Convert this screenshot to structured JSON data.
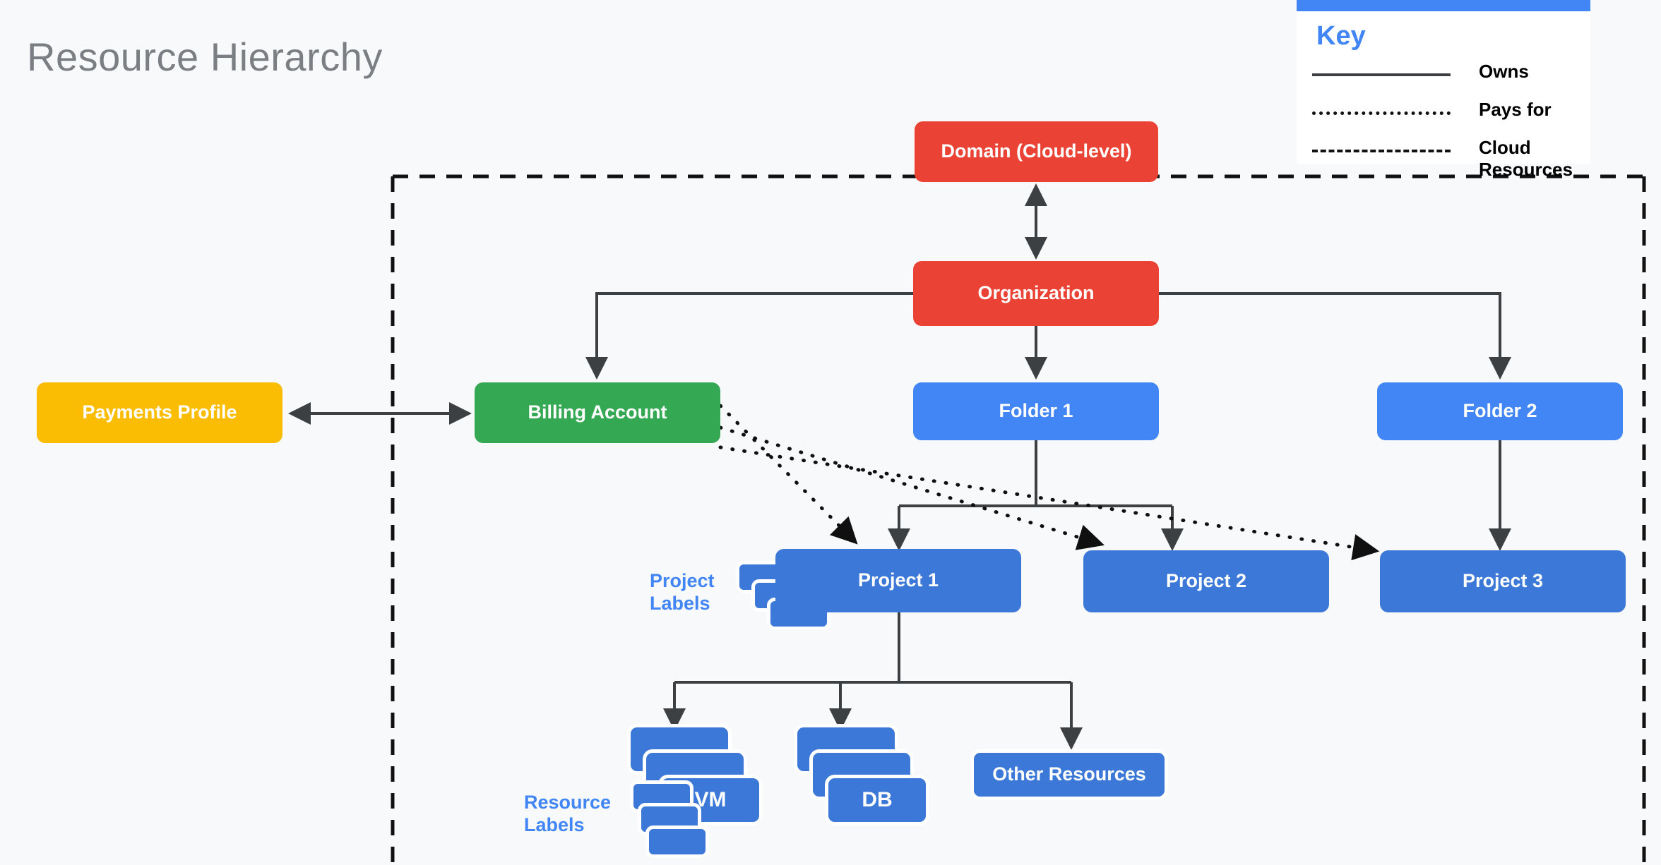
{
  "page": {
    "title": "Resource Hierarchy",
    "background_color": "#f7f9fa",
    "title_color": "#7b7f83"
  },
  "legend": {
    "title": "Key",
    "accent_color": "#4285f4",
    "rows": [
      {
        "style": "solid",
        "label": "Owns"
      },
      {
        "style": "dotted",
        "label": "Pays for"
      },
      {
        "style": "dashed",
        "label": "Cloud\nResources"
      }
    ]
  },
  "diagram": {
    "type": "hierarchy",
    "boundary": {
      "name": "cloud-resources-boundary",
      "style": "dashed",
      "color": "#111111"
    },
    "nodes": [
      {
        "id": "domain",
        "label": "Domain (Cloud-level)",
        "color": "#ea4335",
        "kind": "red"
      },
      {
        "id": "organization",
        "label": "Organization",
        "color": "#ea4335",
        "kind": "red"
      },
      {
        "id": "payments",
        "label": "Payments Profile",
        "color": "#fbbc04",
        "kind": "yellow"
      },
      {
        "id": "billing",
        "label": "Billing Account",
        "color": "#34a853",
        "kind": "green"
      },
      {
        "id": "folder1",
        "label": "Folder 1",
        "color": "#4285f4",
        "kind": "blue-light"
      },
      {
        "id": "folder2",
        "label": "Folder 2",
        "color": "#4285f4",
        "kind": "blue-light"
      },
      {
        "id": "project1",
        "label": "Project 1",
        "color": "#3c78d8",
        "kind": "blue-deep"
      },
      {
        "id": "project2",
        "label": "Project 2",
        "color": "#3c78d8",
        "kind": "blue-deep"
      },
      {
        "id": "project3",
        "label": "Project 3",
        "color": "#3c78d8",
        "kind": "blue-deep"
      },
      {
        "id": "vm",
        "label": "VM",
        "color": "#3c78d8",
        "kind": "blue-deep"
      },
      {
        "id": "db",
        "label": "DB",
        "color": "#3c78d8",
        "kind": "blue-deep"
      },
      {
        "id": "other",
        "label": "Other Resources",
        "color": "#3c78d8",
        "kind": "blue-deep"
      }
    ],
    "annotations": [
      {
        "id": "project-labels",
        "label": "Project\nLabels",
        "color": "#4285f4"
      },
      {
        "id": "resource-labels",
        "label": "Resource\nLabels",
        "color": "#4285f4"
      }
    ],
    "edges": [
      {
        "from": "domain",
        "to": "organization",
        "style": "solid",
        "arrows": "both"
      },
      {
        "from": "payments",
        "to": "billing",
        "style": "solid",
        "arrows": "both"
      },
      {
        "from": "organization",
        "to": "billing",
        "style": "solid",
        "arrows": "to"
      },
      {
        "from": "organization",
        "to": "folder1",
        "style": "solid",
        "arrows": "to"
      },
      {
        "from": "organization",
        "to": "folder2",
        "style": "solid",
        "arrows": "to"
      },
      {
        "from": "folder1",
        "to": "project1",
        "style": "solid",
        "arrows": "to"
      },
      {
        "from": "folder1",
        "to": "project2",
        "style": "solid",
        "arrows": "to"
      },
      {
        "from": "folder2",
        "to": "project3",
        "style": "solid",
        "arrows": "to"
      },
      {
        "from": "project1",
        "to": "vm",
        "style": "solid",
        "arrows": "to"
      },
      {
        "from": "project1",
        "to": "db",
        "style": "solid",
        "arrows": "to"
      },
      {
        "from": "project1",
        "to": "other",
        "style": "solid",
        "arrows": "to"
      },
      {
        "from": "billing",
        "to": "project1",
        "style": "dotted",
        "arrows": "to"
      },
      {
        "from": "billing",
        "to": "project2",
        "style": "dotted",
        "arrows": "to"
      },
      {
        "from": "billing",
        "to": "project3",
        "style": "dotted",
        "arrows": "to"
      }
    ]
  }
}
